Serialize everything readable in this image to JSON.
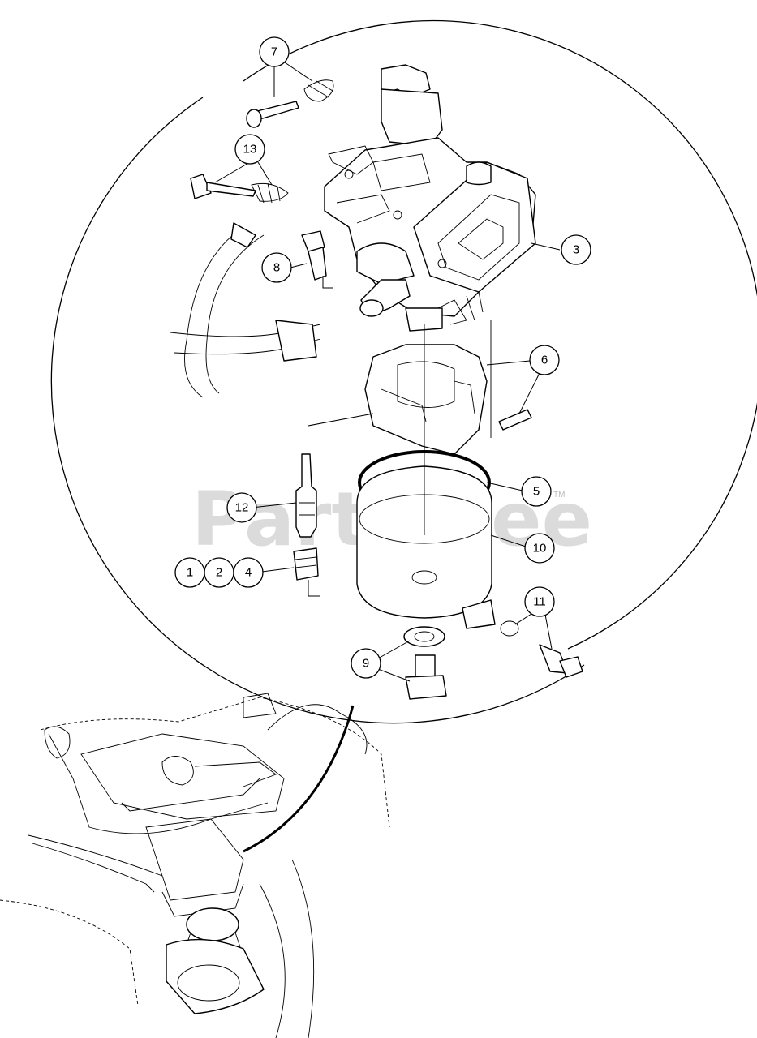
{
  "watermark": {
    "text": "PartsTree",
    "tm": "TM"
  },
  "callouts": [
    {
      "id": "7",
      "label": "7"
    },
    {
      "id": "13",
      "label": "13"
    },
    {
      "id": "3",
      "label": "3"
    },
    {
      "id": "8",
      "label": "8"
    },
    {
      "id": "6",
      "label": "6"
    },
    {
      "id": "12",
      "label": "12"
    },
    {
      "id": "5",
      "label": "5"
    },
    {
      "id": "10",
      "label": "10"
    },
    {
      "id": "1",
      "label": "1"
    },
    {
      "id": "2",
      "label": "2"
    },
    {
      "id": "4",
      "label": "4"
    },
    {
      "id": "11",
      "label": "11"
    },
    {
      "id": "9",
      "label": "9"
    }
  ]
}
